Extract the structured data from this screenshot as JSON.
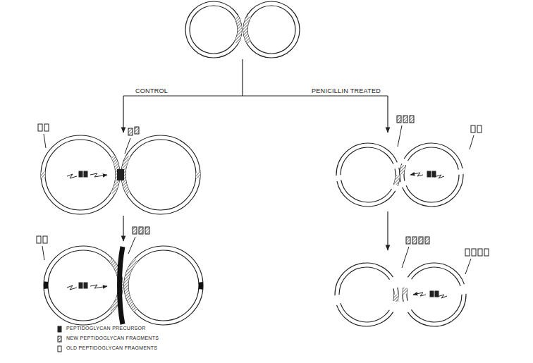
{
  "diagram": {
    "labels": [
      "CONTROL",
      "PENICILLIN TREATED"
    ],
    "legend": [
      {
        "text": "PEPTIDOGLYCAN PRECURSOR"
      },
      {
        "text": "NEW PEPTIDOGLYCAN FRAGMENTS"
      },
      {
        "text": "OLD PEPTIDOGLYCAN FRAGMENTS"
      }
    ]
  }
}
